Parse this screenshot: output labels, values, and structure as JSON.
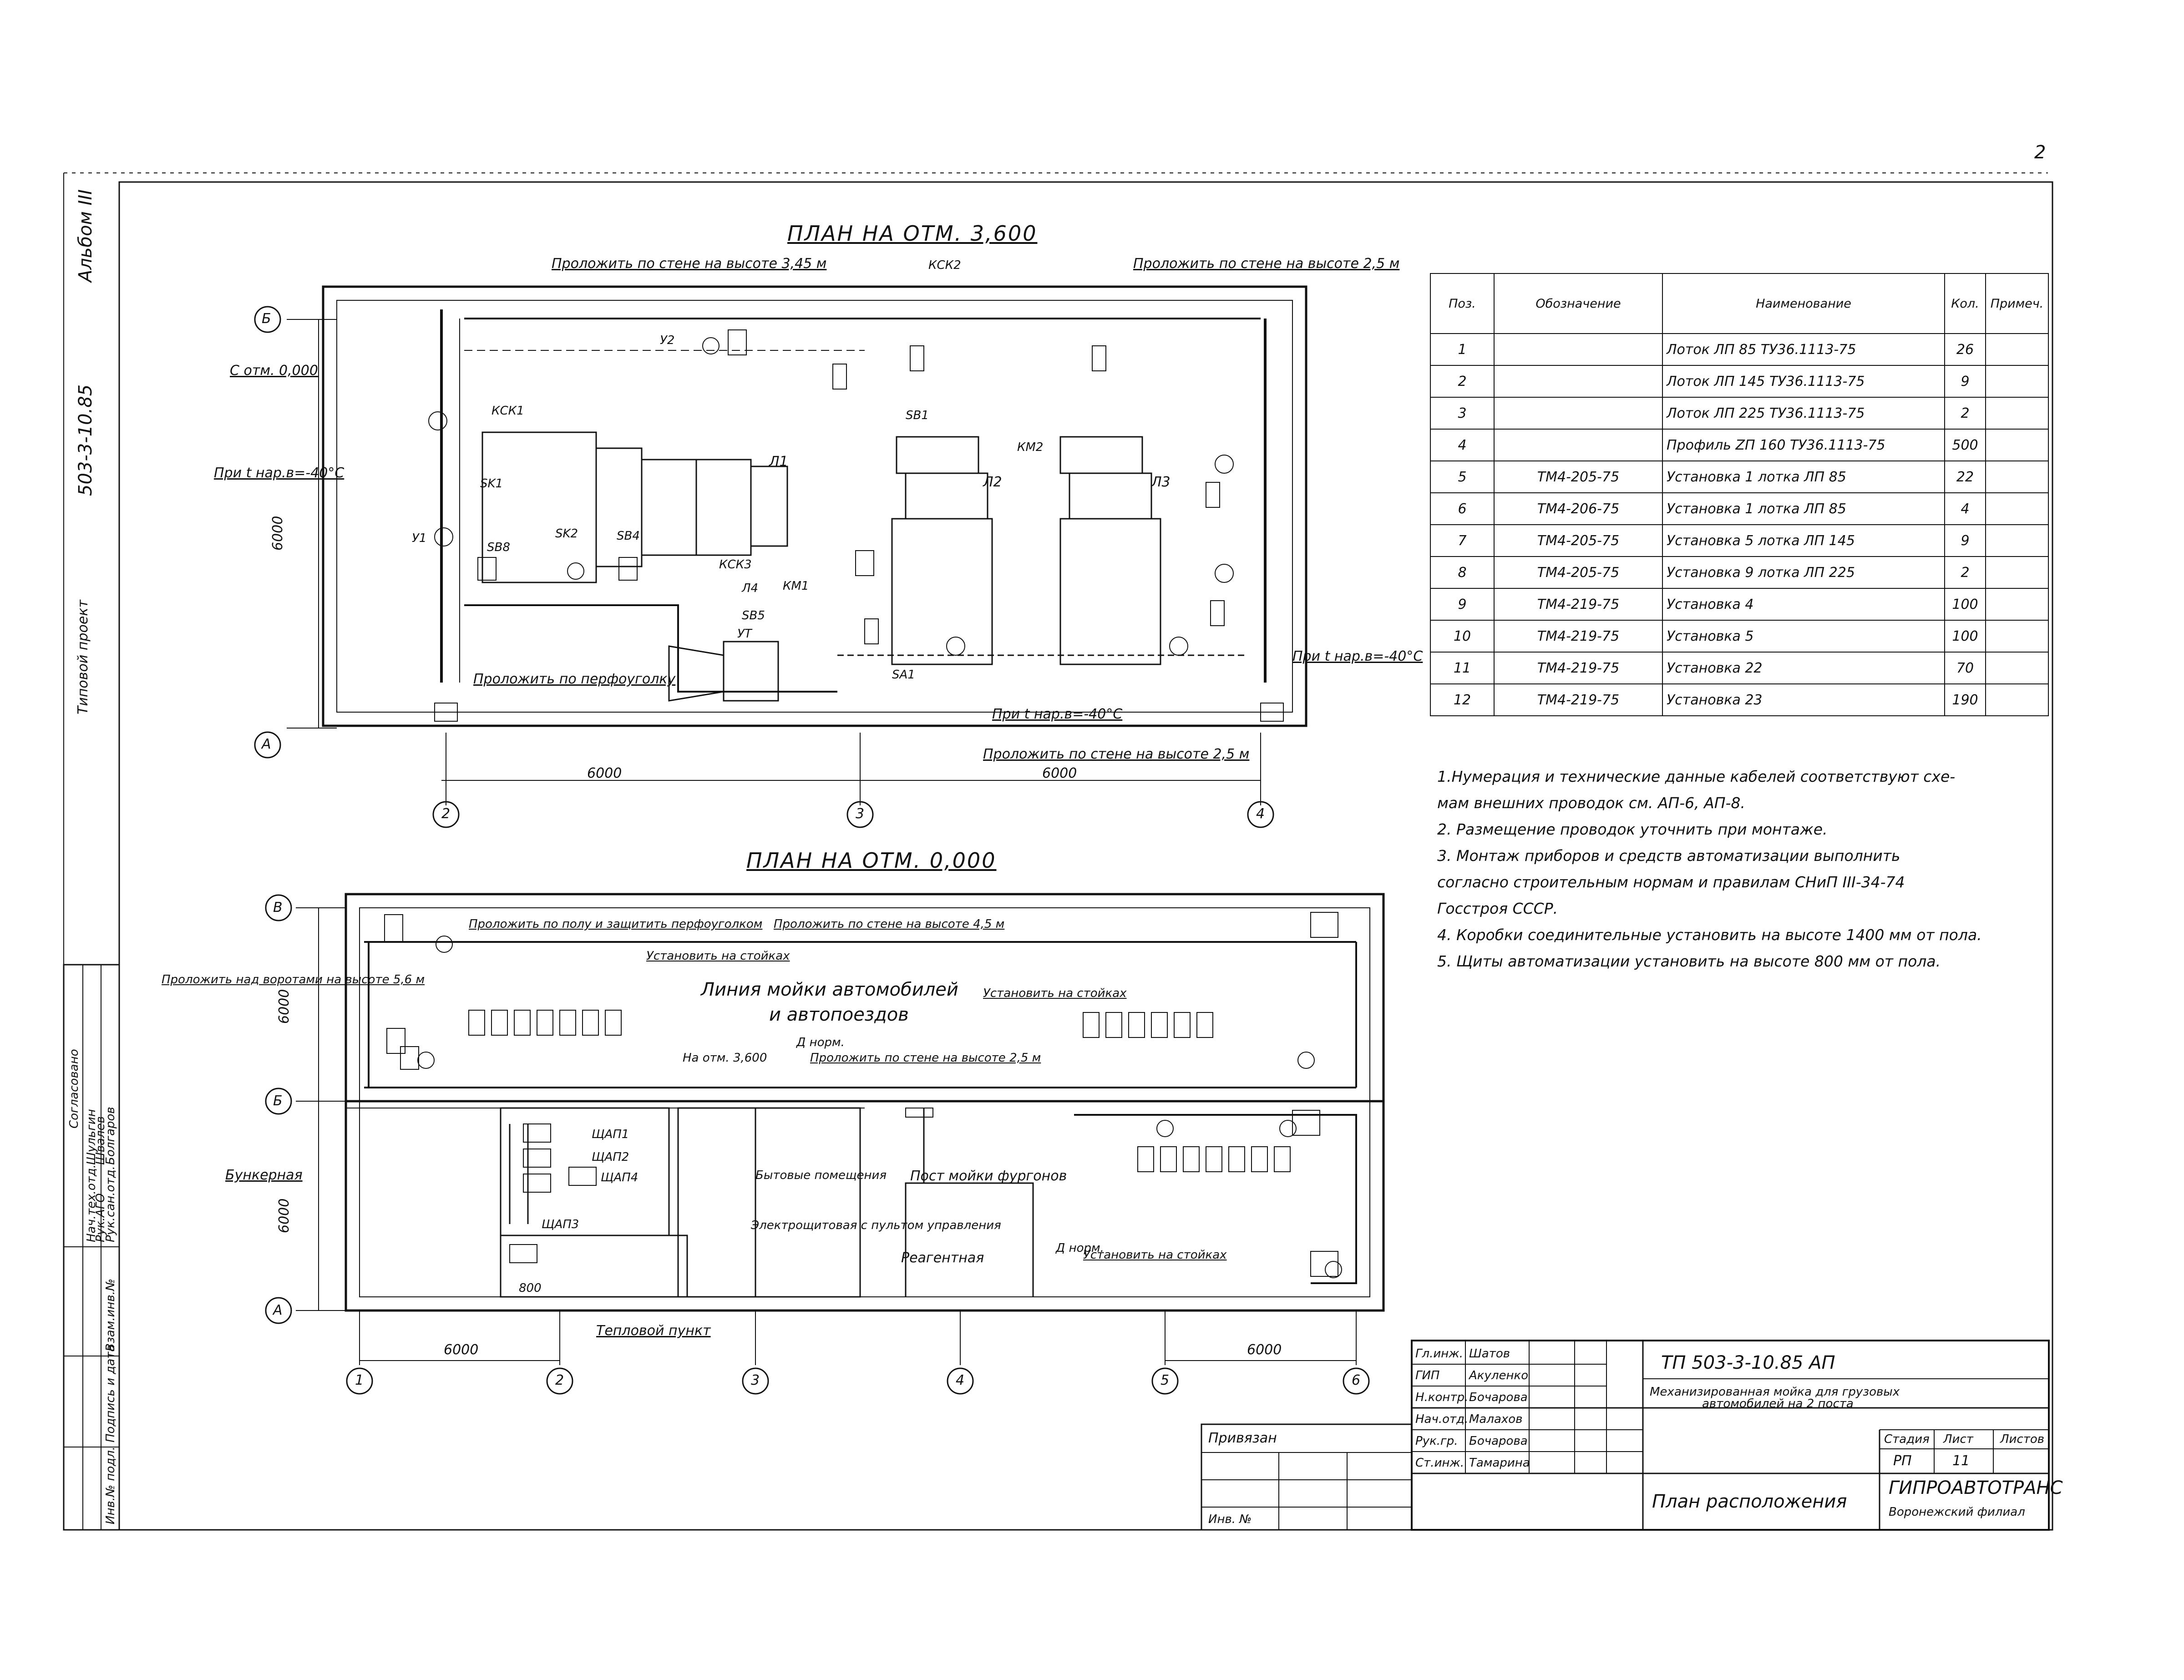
{
  "page_number": "2",
  "album": {
    "label": "Альбом III",
    "code": "503-3-10.85",
    "project_kind": "Типовой проект"
  },
  "upper_plan": {
    "title": "ПЛАН НА ОТМ. 3,600",
    "notes": [
      "Проложить по стене на высоте 3,45 м",
      "Проложить по стене на высоте 2,5 м",
      "Проложить по перфоуголку",
      "Проложить по стене на высоте 2,5 м"
    ],
    "level_label": "С отм. 0,000",
    "temp_note_left": "При t нар.в=-40°С",
    "temp_note_center": "При t нар.в=-40°С",
    "temp_note_right": "При t нар.в=-40°С",
    "dim_left": "6000",
    "dim_right": "6000",
    "dim_vertical": "6000",
    "axis_letters": [
      "Б",
      "А"
    ],
    "axis_numbers": [
      "2",
      "3",
      "4"
    ],
    "units": [
      "Л1",
      "Л2",
      "Л3"
    ],
    "tags": [
      "КСК1",
      "КСК2",
      "КСК3",
      "SB8",
      "SB4",
      "SB5",
      "SB1",
      "SK1",
      "SK2",
      "SA1",
      "КМ1",
      "КМ2",
      "У1",
      "У2",
      "УТ",
      "Л4"
    ]
  },
  "lower_plan": {
    "title": "ПЛАН НА ОТМ. 0,000",
    "line_title": "Линия мойки автомобилей",
    "line_title2": "и автопоездов",
    "notes": [
      "Проложить по полу и защитить перфоуголком",
      "Проложить по стене на высоте 4,5 м",
      "Установить на стойках",
      "Установить на стойках",
      "Проложить над воротами на высоте 5,6 м",
      "На отм. 3,600",
      "Проложить по стене на высоте 2,5 м",
      "Установить на стойках"
    ],
    "rooms": [
      "Бункерная",
      "Бытовые помещения",
      "Электрощитовая с пультом управления",
      "Пост мойки фургонов",
      "Реагентная",
      "Тепловой пункт"
    ],
    "panels": [
      "ЩАП1",
      "ЩАП2",
      "ЩАП4",
      "ЩАП3"
    ],
    "norm_labels": [
      "Д норм.",
      "Д норм."
    ],
    "dim_left": "6000",
    "dim_right": "6000",
    "dim_vertical_top": "6000",
    "dim_vertical_bottom": "6000",
    "dim_small": "800",
    "axis_letters": [
      "В",
      "Б",
      "А"
    ],
    "axis_numbers": [
      "1",
      "2",
      "3",
      "4",
      "5",
      "6"
    ]
  },
  "spec_table": {
    "headers": [
      "Поз.",
      "Обозначение",
      "Наименование",
      "Кол.",
      "Примеч."
    ],
    "rows": [
      {
        "pos": "1",
        "code": "",
        "name": "Лоток ЛП 85 ТУ36.1113-75",
        "qty": "26",
        "note": ""
      },
      {
        "pos": "2",
        "code": "",
        "name": "Лоток ЛП 145 ТУ36.1113-75",
        "qty": "9",
        "note": ""
      },
      {
        "pos": "3",
        "code": "",
        "name": "Лоток ЛП 225 ТУ36.1113-75",
        "qty": "2",
        "note": ""
      },
      {
        "pos": "4",
        "code": "",
        "name": "Профиль ZП 160 ТУ36.1113-75",
        "qty": "500",
        "note": ""
      },
      {
        "pos": "5",
        "code": "ТМ4-205-75",
        "name": "Установка 1 лотка ЛП 85",
        "qty": "22",
        "note": ""
      },
      {
        "pos": "6",
        "code": "ТМ4-206-75",
        "name": "Установка 1 лотка ЛП 85",
        "qty": "4",
        "note": ""
      },
      {
        "pos": "7",
        "code": "ТМ4-205-75",
        "name": "Установка 5 лотка ЛП 145",
        "qty": "9",
        "note": ""
      },
      {
        "pos": "8",
        "code": "ТМ4-205-75",
        "name": "Установка 9 лотка ЛП 225",
        "qty": "2",
        "note": ""
      },
      {
        "pos": "9",
        "code": "ТМ4-219-75",
        "name": "Установка 4",
        "qty": "100",
        "note": ""
      },
      {
        "pos": "10",
        "code": "ТМ4-219-75",
        "name": "Установка 5",
        "qty": "100",
        "note": ""
      },
      {
        "pos": "11",
        "code": "ТМ4-219-75",
        "name": "Установка 22",
        "qty": "70",
        "note": ""
      },
      {
        "pos": "12",
        "code": "ТМ4-219-75",
        "name": "Установка 23",
        "qty": "190",
        "note": ""
      }
    ]
  },
  "notes": [
    "1.Нумерация и технические данные кабелей соответствуют схе-",
    "мам внешних проводок см. АП-6, АП-8.",
    "2. Размещение проводок уточнить при монтаже.",
    "3. Монтаж приборов и средств автоматизации выполнить",
    "согласно строительным нормам и правилам СНиП III-34-74",
    "Госстроя СССР.",
    "4. Коробки соединительные установить на высоте 1400 мм от пола.",
    "5. Щиты автоматизации установить на высоте 800 мм от пола."
  ],
  "title_block": {
    "doc_code": "ТП     503-3-10.85     АП",
    "object_name_1": "Механизированная мойка для грузовых",
    "object_name_2": "автомобилей на 2 поста",
    "sheet_title": "План расположения",
    "stage_label": "Стадия",
    "sheet_label": "Лист",
    "sheets_label": "Листов",
    "stage": "РП",
    "sheet": "11",
    "org": "ГИПРОАВТОТРАНС",
    "branch": "Воронежский филиал",
    "privyazan": "Привязан",
    "inv_label": "Инв. №",
    "staff": [
      {
        "role": "Гл.инж.",
        "name": "Шатов"
      },
      {
        "role": "ГИП",
        "name": "Акуленко"
      },
      {
        "role": "Н.контр.",
        "name": "Бочарова"
      },
      {
        "role": "Нач.отд.",
        "name": "Малахов"
      },
      {
        "role": "Рук.гр.",
        "name": "Бочарова"
      },
      {
        "role": "Ст.инж.",
        "name": "Тамарина"
      }
    ]
  },
  "side_stamp": {
    "title": "Согласовано",
    "rows": [
      {
        "role": "Нач.тех.отд.",
        "name": "Шульгин"
      },
      {
        "role": "Рук.АГО",
        "name": "Швалев"
      },
      {
        "role": "Рук.сан.отд.",
        "name": "Болгаров"
      }
    ],
    "side_labels": [
      "Инв.№ подл.",
      "Подпись и дата",
      "Взам.инв.№"
    ]
  }
}
